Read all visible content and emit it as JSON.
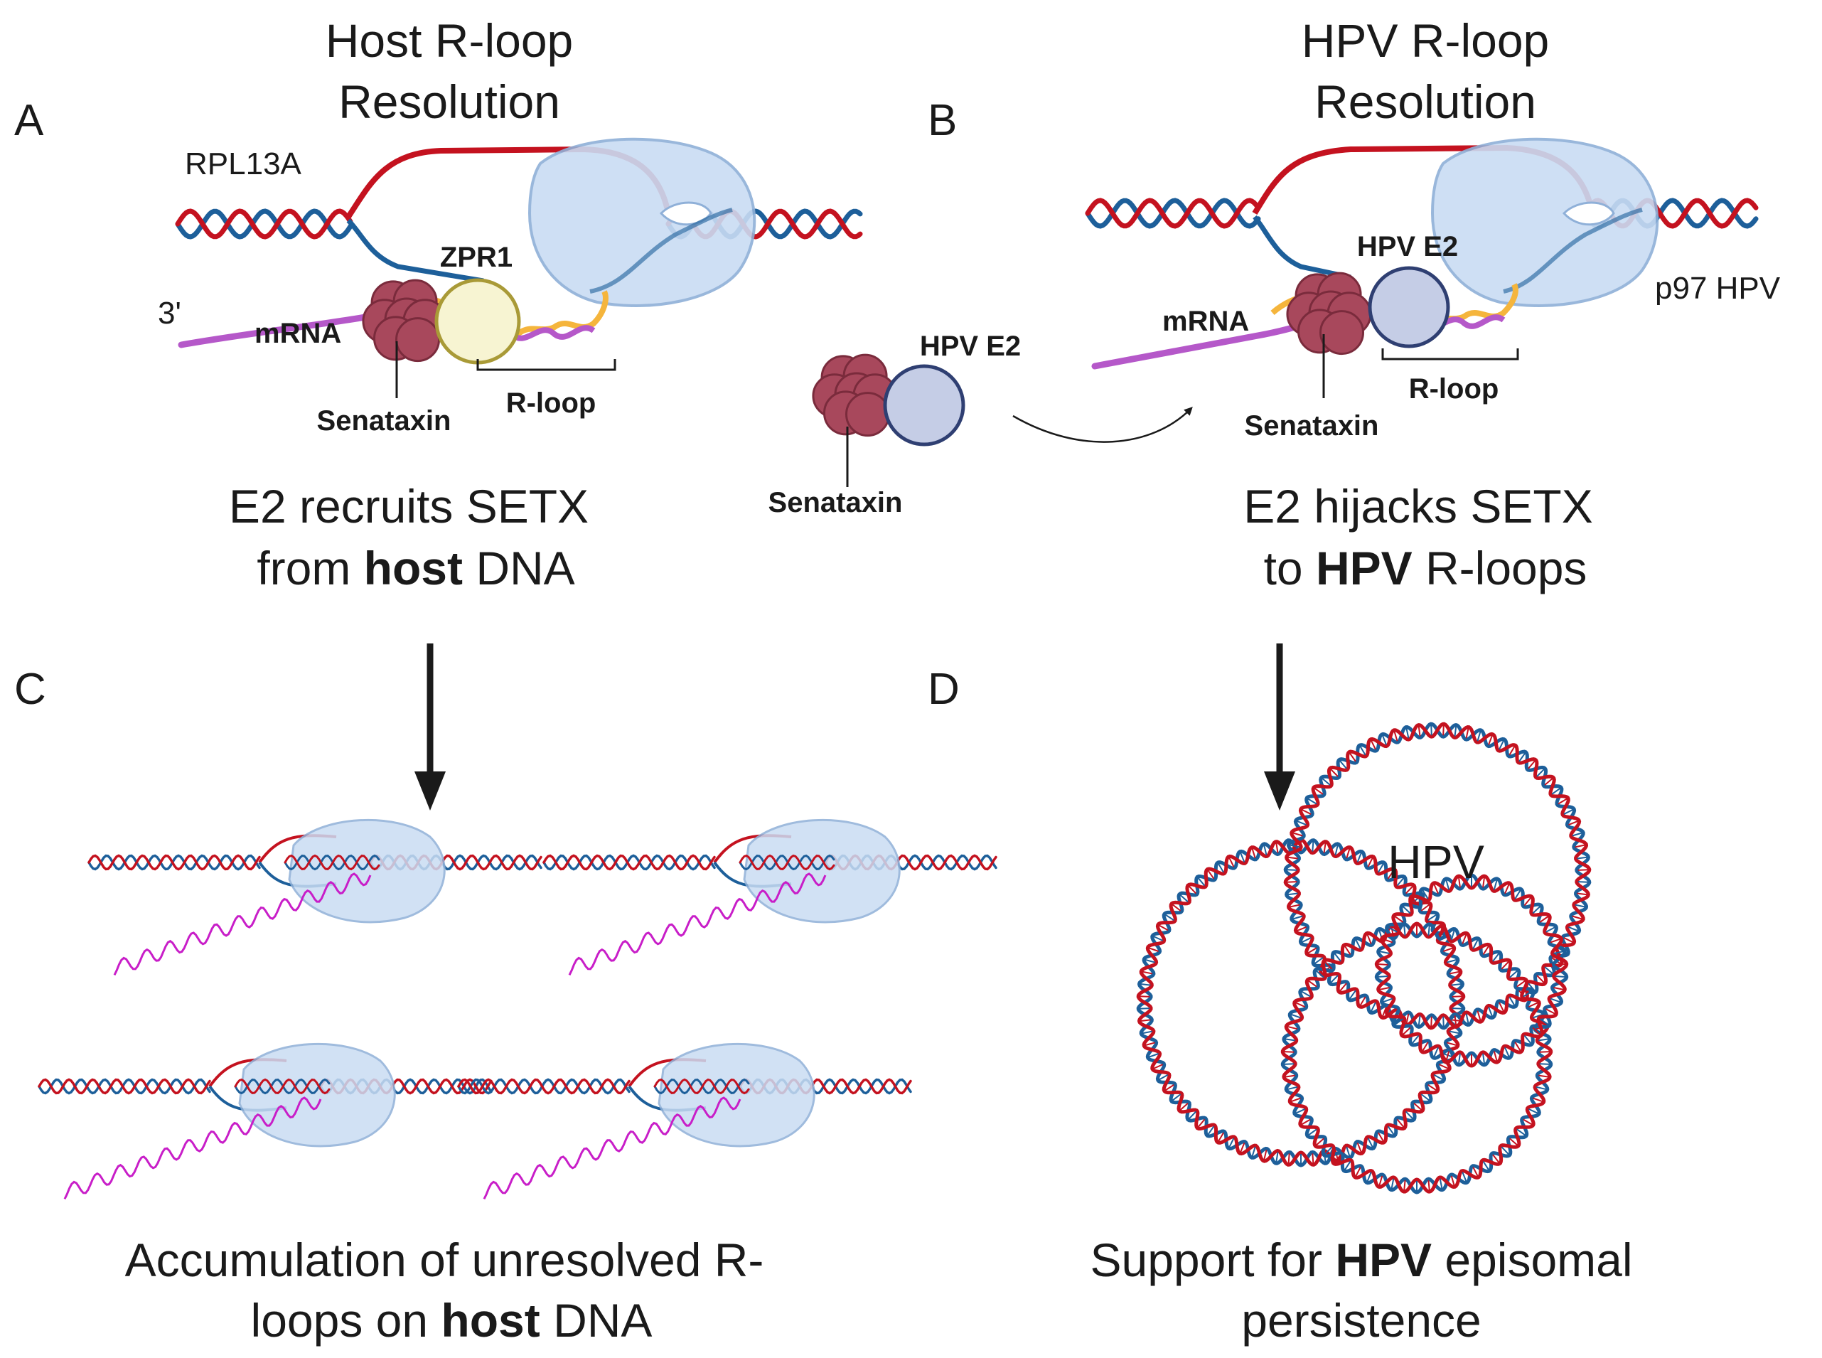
{
  "panels": {
    "a": {
      "letter": "A",
      "title_line1": "Host R-loop",
      "title_line2": "Resolution",
      "gene_label": "RPL13A",
      "three_prime": "3'",
      "mrna_label": "mRNA",
      "zpr1_label": "ZPR1",
      "senataxin_label": "Senataxin",
      "rloop_label": "R-loop",
      "caption_line1": "E2 recruits SETX",
      "caption_line2_pre": "from ",
      "caption_line2_bold": "host",
      "caption_line2_post": " DNA"
    },
    "middle": {
      "e2_label": "HPV E2",
      "senataxin_label": "Senataxin"
    },
    "b": {
      "letter": "B",
      "title_line1": "HPV R-loop",
      "title_line2": "Resolution",
      "mrna_label": "mRNA",
      "e2_label": "HPV E2",
      "p97_label": "p97 HPV",
      "senataxin_label": "Senataxin",
      "rloop_label": "R-loop",
      "caption_line1": "E2 hijacks SETX",
      "caption_line2_pre": "to ",
      "caption_line2_bold": "HPV",
      "caption_line2_post": " R-loops"
    },
    "c": {
      "letter": "C",
      "caption_line1_pre": "Accumulation of unresolved R-",
      "caption_line2_pre": "loops on ",
      "caption_line2_bold": "host",
      "caption_line2_post": " DNA"
    },
    "d": {
      "letter": "D",
      "episome_label": "HPV",
      "caption_line1_pre": "Support for ",
      "caption_line1_bold": "HPV",
      "caption_line1_post": " episomal",
      "caption_line2": "persistence"
    }
  },
  "colors": {
    "dna_red": "#c4121f",
    "dna_blue": "#1d5f9a",
    "polymerase_fill": "#c9dcf3",
    "polymerase_stroke": "#8fb0d8",
    "senataxin_fill": "#a8485c",
    "senataxin_stroke": "#7a2b3c",
    "zpr1_fill": "#f7f4d2",
    "zpr1_stroke": "#a99a37",
    "e2_fill": "#c5cde6",
    "e2_stroke": "#2f3f72",
    "mrna": "#b558c9",
    "nascent_magenta": "#c81ec8",
    "rloop_orange": "#f5b53c"
  }
}
